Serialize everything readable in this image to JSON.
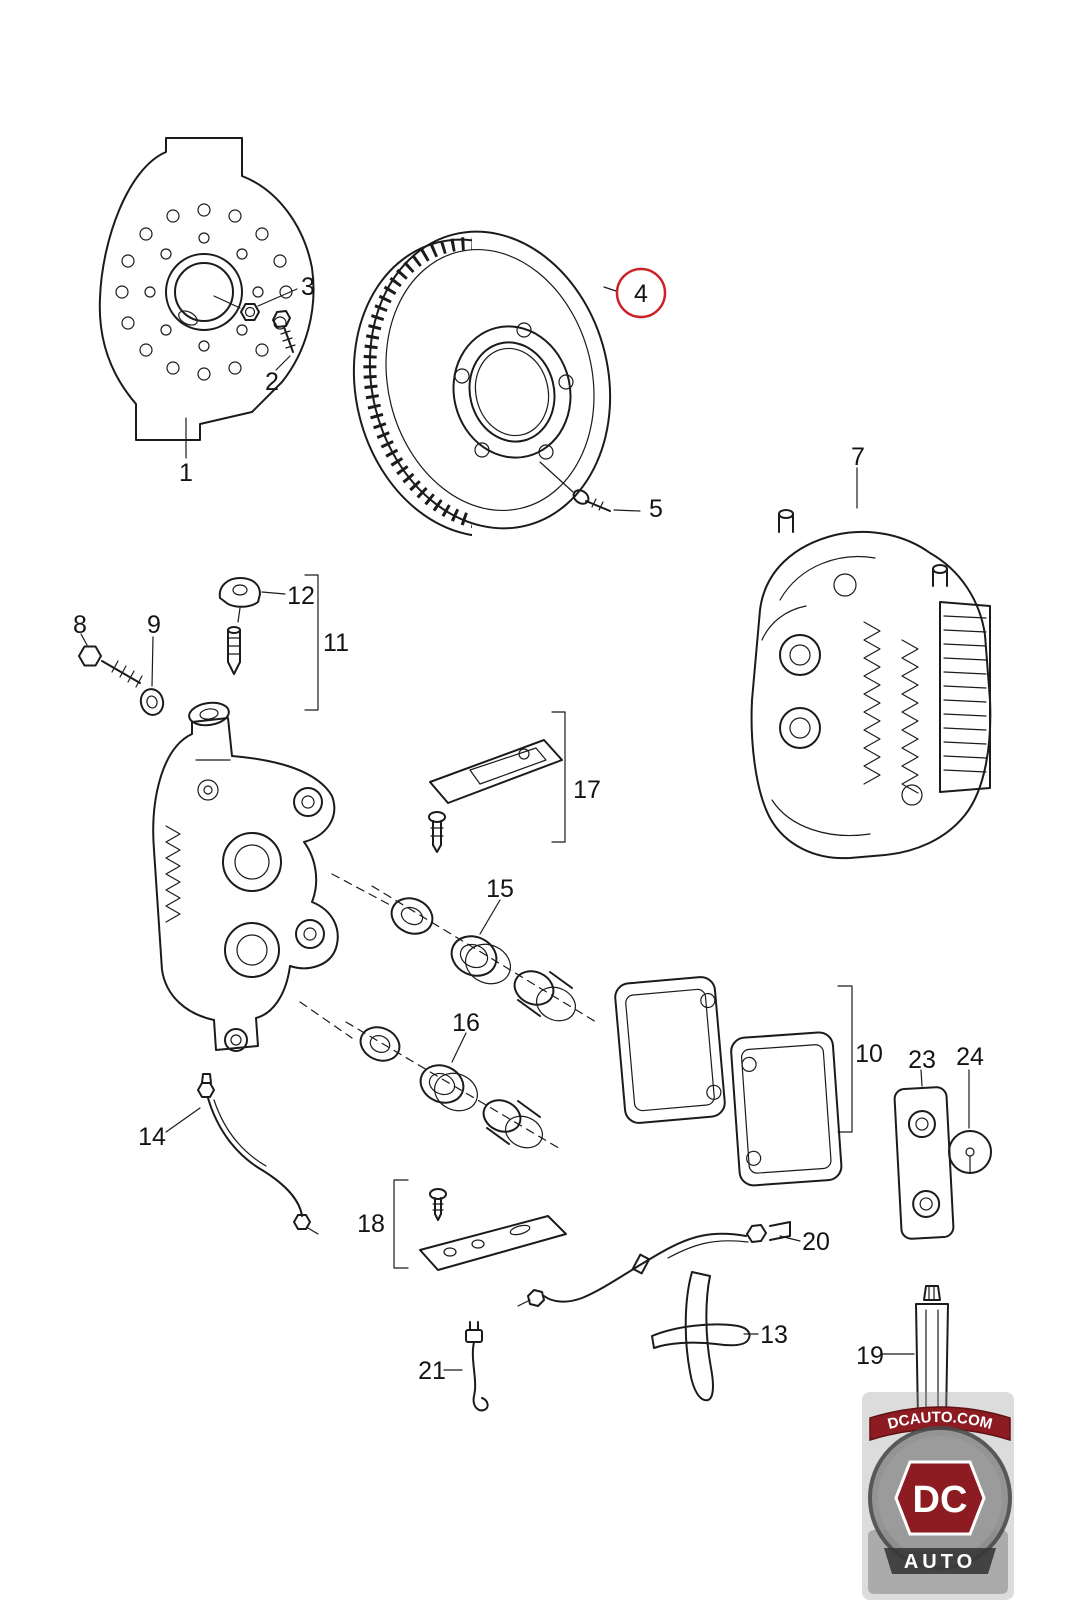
{
  "document": {
    "type": "exploded-parts-diagram",
    "subject": "front brake disc, splash shield, fixed caliper and brake pads"
  },
  "colors": {
    "line": "#1b1b1b",
    "highlight": "#cc2127",
    "background": "#ffffff",
    "watermark_red": "#8c1c22",
    "watermark_dark": "#3a3a3a"
  },
  "callouts": [
    {
      "label": "1",
      "part": "splash-shield"
    },
    {
      "label": "2",
      "part": "bolt"
    },
    {
      "label": "3",
      "part": "nut"
    },
    {
      "label": "4",
      "part": "brake-disc",
      "highlighted": true
    },
    {
      "label": "5",
      "part": "countersunk-screw"
    },
    {
      "label": "7",
      "part": "fixed-caliper"
    },
    {
      "label": "8",
      "part": "socket-head-bolt"
    },
    {
      "label": "9",
      "part": "washer"
    },
    {
      "label": "10",
      "part": "brake-pad-set"
    },
    {
      "label": "11",
      "part": "caliper-housing-group"
    },
    {
      "label": "12",
      "part": "retaining-clamp"
    },
    {
      "label": "13",
      "part": "cross-spring"
    },
    {
      "label": "14",
      "part": "brake-hose-upper"
    },
    {
      "label": "15",
      "part": "repair-kit-large"
    },
    {
      "label": "16",
      "part": "repair-kit-small"
    },
    {
      "label": "17",
      "part": "retaining-plate"
    },
    {
      "label": "18",
      "part": "guide-plate"
    },
    {
      "label": "19",
      "part": "lubricant-tube"
    },
    {
      "label": "20",
      "part": "brake-hose-lower"
    },
    {
      "label": "21",
      "part": "wear-sensor"
    },
    {
      "label": "23",
      "part": "damping-plate"
    },
    {
      "label": "24",
      "part": "shim-disc"
    }
  ],
  "watermark": {
    "banner": "DCAUTO.COM",
    "monogram": "DC",
    "subtitle": "AUTO"
  }
}
